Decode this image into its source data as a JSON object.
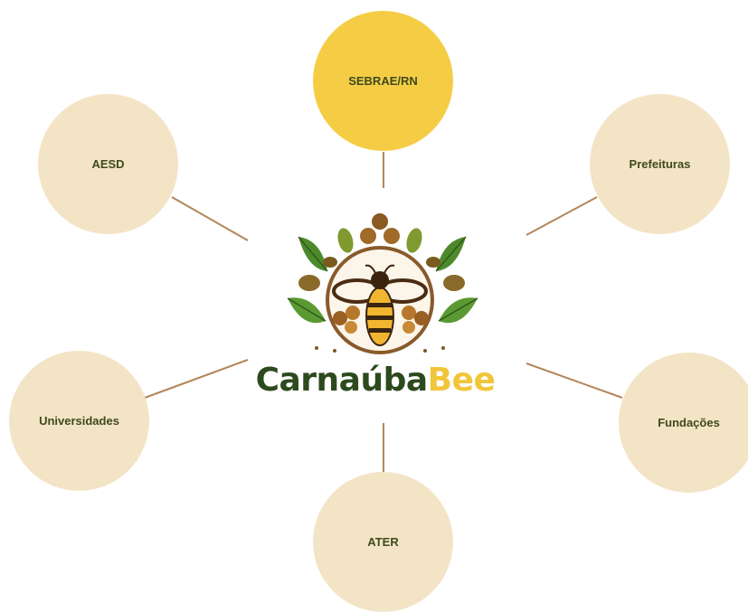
{
  "colors": {
    "center_node": "#f5cd45",
    "outer_node": "#f3e4c6",
    "node_text": "#3e4a1c",
    "connector": "#b3865a",
    "brand_dark": "#2d4a1e",
    "brand_yellow": "#f2c63a"
  },
  "nodes": [
    {
      "id": "sebrae",
      "label": "SEBRAE/RN",
      "highlighted": true
    },
    {
      "id": "prefeituras",
      "label": "Prefeituras",
      "highlighted": false
    },
    {
      "id": "fundacoes",
      "label": "Fundações",
      "highlighted": false
    },
    {
      "id": "ater",
      "label": "ATER",
      "highlighted": false
    },
    {
      "id": "universidades",
      "label": "Universidades",
      "highlighted": false
    },
    {
      "id": "aesd",
      "label": "AESD",
      "highlighted": false
    }
  ],
  "logo": {
    "icon": "bee-with-leaves-emblem",
    "wordmark_part1": "Carnaúba",
    "wordmark_part2": "Bee"
  }
}
